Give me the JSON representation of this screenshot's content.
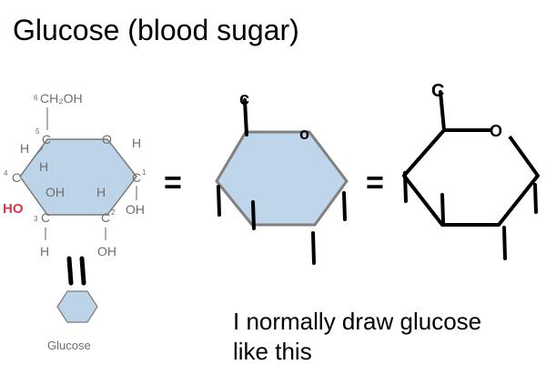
{
  "title": "Glucose (blood sugar)",
  "note_lines": [
    "I normally draw glucose",
    "like this"
  ],
  "textbook_structure": {
    "ch2oh_group": "CH₂OH",
    "carbon_numbers": [
      "6",
      "5",
      "4",
      "1",
      "3",
      "2"
    ],
    "atom_c": "C",
    "atom_o": "O",
    "atom_h": "H",
    "group_oh": "OH",
    "group_ho": "HO",
    "icon_caption": "Glucose"
  },
  "equals_signs": [
    "=",
    "="
  ],
  "hand_drawn": {
    "carbon_label": "c",
    "oxygen_label": "o",
    "carbon_label_2": "C",
    "oxygen_label_2": "O"
  },
  "colors": {
    "ring_fill": "#bcd3e8",
    "ring_stroke": "#7a7a7a",
    "highlight_ho": "#d9374f",
    "ink": "#000000"
  }
}
